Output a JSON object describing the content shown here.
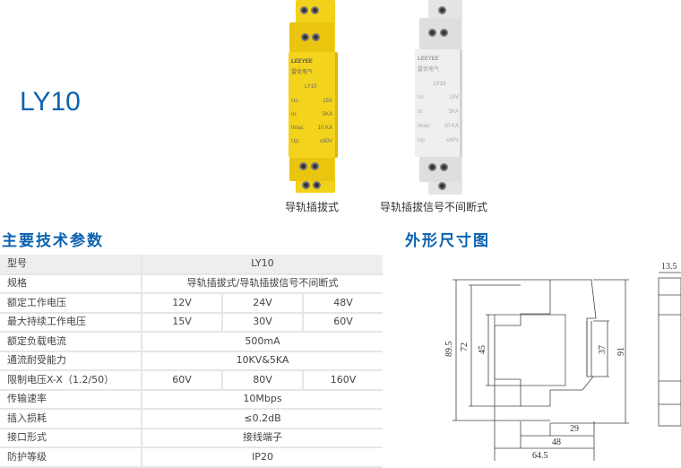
{
  "title": "LY10",
  "products": [
    {
      "caption": "导轨插拔式",
      "color": "#f2d11a",
      "brand": "LEEYEE",
      "brand_cn": "雷优电气",
      "model": "LY10",
      "specs": [
        [
          "Uc:",
          "15V"
        ],
        [
          "In:",
          "5KA"
        ],
        [
          "Imax:",
          "10 KA"
        ],
        [
          "Up:",
          "≤60V"
        ]
      ]
    },
    {
      "caption": "导轨插拔信号不间断式",
      "color": "#e9e9e9",
      "brand": "LEEYEE",
      "brand_cn": "雷优电气",
      "model": "LY10",
      "specs": [
        [
          "Uc:",
          "15V"
        ],
        [
          "In:",
          "5KA"
        ],
        [
          "Imax:",
          "10 KA"
        ],
        [
          "Up:",
          "≤60V"
        ]
      ]
    }
  ],
  "spec_heading": "主要技术参数",
  "dim_heading": "外形尺寸图",
  "table": {
    "rows": [
      {
        "label": "型号",
        "value": "LY10"
      },
      {
        "label": "规格",
        "value": "导轨插拔式/导轨插拔信号不间断式"
      },
      {
        "label": "额定工作电压",
        "values": [
          "12V",
          "24V",
          "48V"
        ]
      },
      {
        "label": "最大持续工作电压",
        "values": [
          "15V",
          "30V",
          "60V"
        ]
      },
      {
        "label": "额定负载电流",
        "value": "500mA"
      },
      {
        "label": "通流耐受能力",
        "value": "10KV&5KA"
      },
      {
        "label": "限制电压X-X（1.2/50）",
        "values": [
          "60V",
          "80V",
          "160V"
        ]
      },
      {
        "label": "传输速率",
        "value": "10Mbps"
      },
      {
        "label": "插入损耗",
        "value": "≤0.2dB"
      },
      {
        "label": "接口形式",
        "value": "接线端子"
      },
      {
        "label": "防护等级",
        "value": "IP20"
      }
    ]
  },
  "dimensions": {
    "h_total": "89.5",
    "h_inner": "72",
    "h_module": "45",
    "rail": "37",
    "h_full": "91",
    "d1": "29",
    "d2": "48",
    "d3": "64.5",
    "width": "13.5"
  }
}
